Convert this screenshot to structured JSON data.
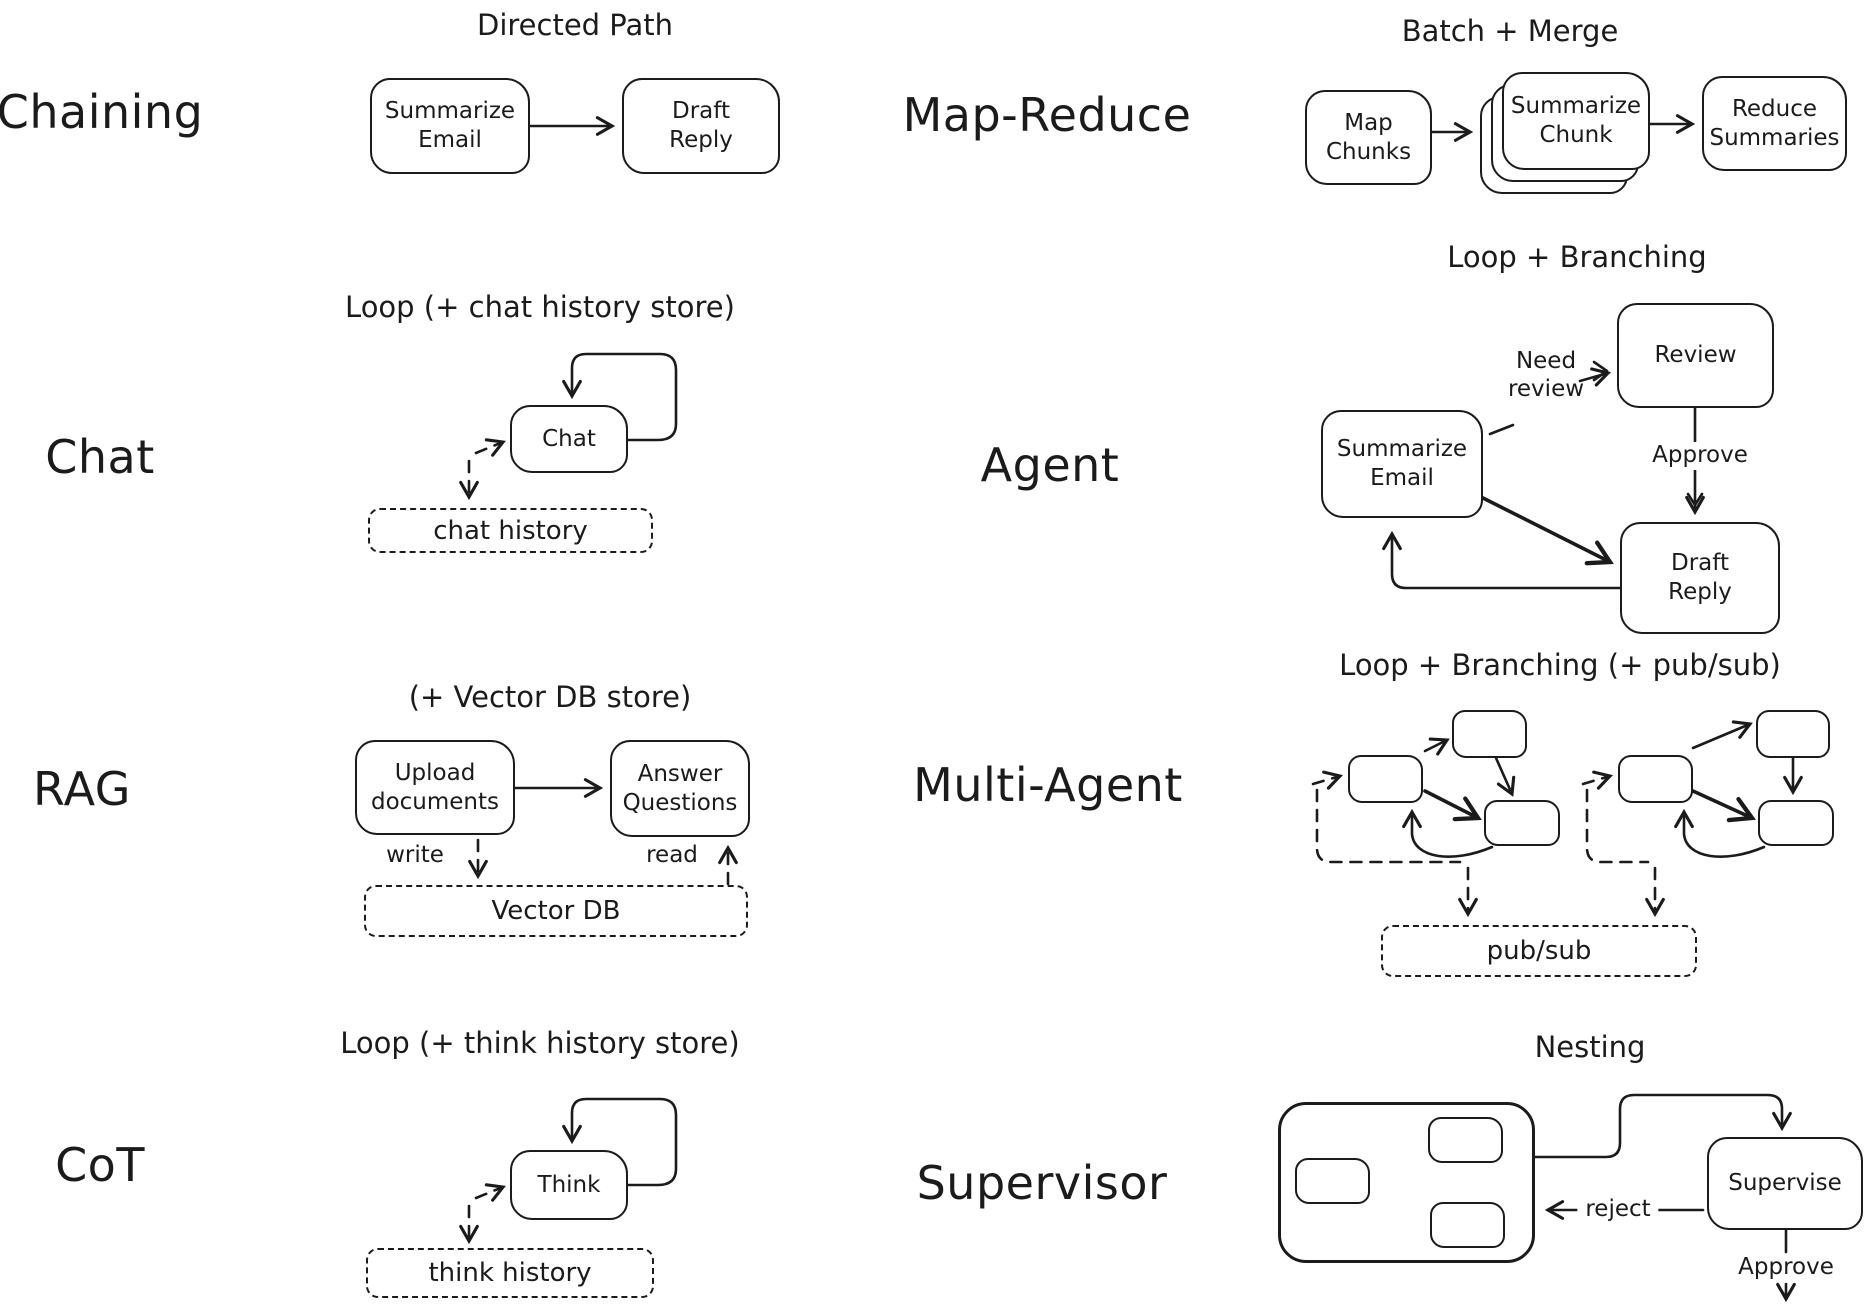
{
  "ink": "#1b1b1b",
  "chaining": {
    "label": "Chaining",
    "title": "Directed Path",
    "node1": "Summarize\nEmail",
    "node2": "Draft\nReply"
  },
  "map_reduce": {
    "label": "Map-Reduce",
    "title": "Batch + Merge",
    "node1": "Map\nChunks",
    "node2": "Summarize\nChunk",
    "node3": "Reduce\nSummaries"
  },
  "chat": {
    "label": "Chat",
    "title": "Loop (+ chat history store)",
    "node1": "Chat",
    "store": "chat history"
  },
  "agent": {
    "label": "Agent",
    "title": "Loop + Branching",
    "node1": "Summarize\nEmail",
    "node2": "Review",
    "node3": "Draft\nReply",
    "edge_need_review": "Need\nreview",
    "edge_approve": "Approve"
  },
  "rag": {
    "label": "RAG",
    "title": "(+ Vector DB store)",
    "node1": "Upload\ndocuments",
    "node2": "Answer\nQuestions",
    "edge_write": "write",
    "edge_read": "read",
    "store": "Vector DB"
  },
  "multi_agent": {
    "label": "Multi-Agent",
    "title": "Loop + Branching (+ pub/sub)",
    "store": "pub/sub"
  },
  "cot": {
    "label": "CoT",
    "title": "Loop (+ think history store)",
    "node1": "Think",
    "store": "think history"
  },
  "supervisor": {
    "label": "Supervisor",
    "title": "Nesting",
    "node1": "Supervise",
    "edge_reject": "reject",
    "edge_approve": "Approve"
  }
}
